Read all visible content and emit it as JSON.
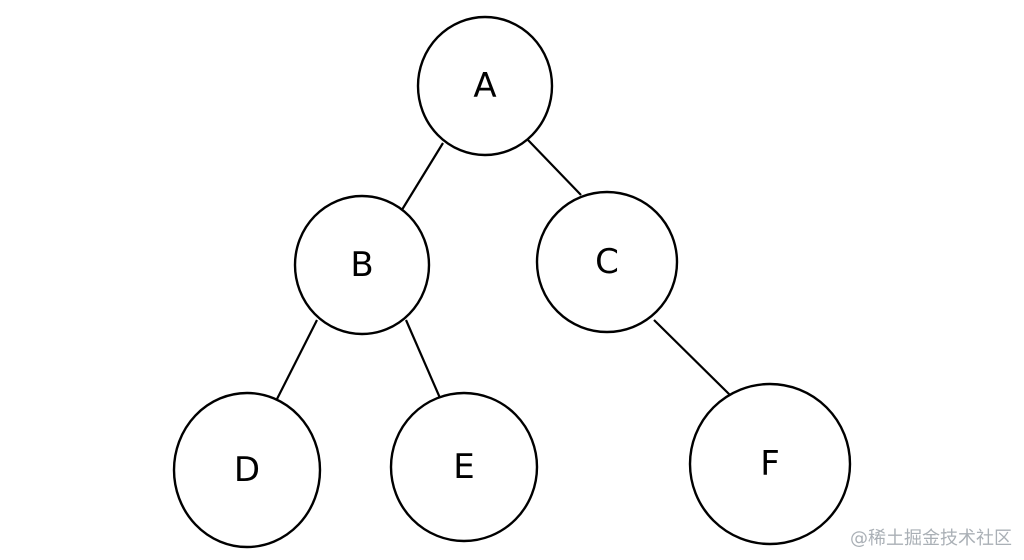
{
  "tree": {
    "nodes": [
      {
        "id": "A",
        "label": "A"
      },
      {
        "id": "B",
        "label": "B"
      },
      {
        "id": "C",
        "label": "C"
      },
      {
        "id": "D",
        "label": "D"
      },
      {
        "id": "E",
        "label": "E"
      },
      {
        "id": "F",
        "label": "F"
      }
    ],
    "edges": [
      {
        "from": "A",
        "to": "B"
      },
      {
        "from": "A",
        "to": "C"
      },
      {
        "from": "B",
        "to": "D"
      },
      {
        "from": "B",
        "to": "E"
      },
      {
        "from": "C",
        "to": "F"
      }
    ]
  },
  "watermark": {
    "text": "@稀土掘金技术社区"
  },
  "colors": {
    "stroke": "#000000",
    "fill": "#ffffff",
    "watermark": "#aab0b6"
  }
}
